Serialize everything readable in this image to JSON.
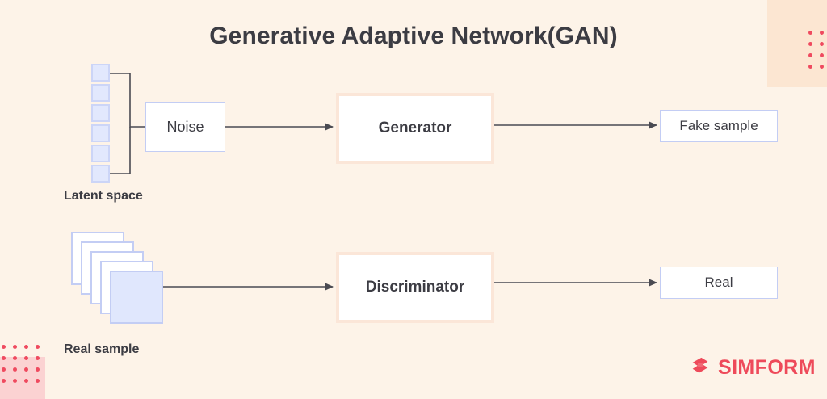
{
  "page": {
    "title": "Generative Adaptive Network(GAN)",
    "background_color": "#fdf3e8"
  },
  "colors": {
    "background": "#fdf3e8",
    "text": "#3c3c43",
    "box_border_blue": "#c3cdf4",
    "box_border_peach": "#fbe6d8",
    "cell_fill": "#e2e8fd",
    "accent_red": "#ee4a5a",
    "deco_block_peach": "#fce6d2",
    "deco_block_pink": "#fbd2d2",
    "connector": "#4a4a52"
  },
  "generator_path": {
    "latent_space": {
      "caption": "Latent space",
      "cell_count": 6,
      "cells": [
        "",
        "",
        "",
        "",
        "",
        ""
      ]
    },
    "noise": {
      "label": "Noise"
    },
    "generator": {
      "label": "Generator"
    },
    "output": {
      "label": "Fake sample"
    }
  },
  "discriminator_path": {
    "real_sample": {
      "caption": "Real sample",
      "card_count": 5
    },
    "discriminator": {
      "label": "Discriminator"
    },
    "output": {
      "label": "Real"
    }
  },
  "connectors": [
    {
      "name": "latent-to-noise",
      "from": "latent-space",
      "to": "noise",
      "arrowhead": false
    },
    {
      "name": "noise-to-generator",
      "from": "noise",
      "to": "generator",
      "arrowhead": true
    },
    {
      "name": "generator-to-fake-sample",
      "from": "generator",
      "to": "fake-sample",
      "arrowhead": true
    },
    {
      "name": "real-sample-to-discriminator",
      "from": "real-sample",
      "to": "discriminator",
      "arrowhead": true
    },
    {
      "name": "discriminator-to-real",
      "from": "discriminator",
      "to": "real",
      "arrowhead": true
    }
  ],
  "branding": {
    "logo_text": "SIMFORM",
    "logo_mark": "simform-s-mark-icon"
  },
  "decorations": {
    "top_right_dots": {
      "rows": 4,
      "cols": 2
    },
    "bottom_left_dots": {
      "rows": 4,
      "cols": 4
    }
  }
}
